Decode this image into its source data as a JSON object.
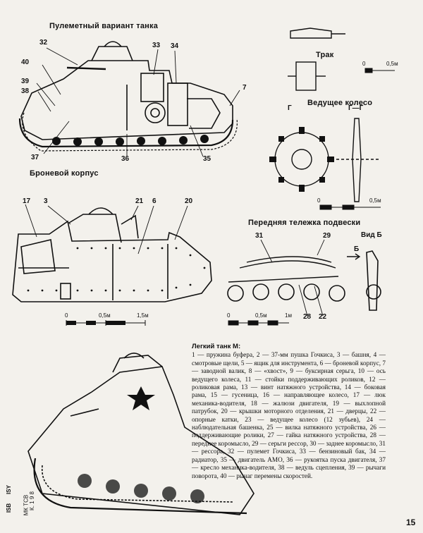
{
  "captions": {
    "mg_variant": "Пулеметный вариант танка",
    "armored_hull": "Броневой корпус",
    "track": "Трак",
    "drive_wheel": "Ведущее колесо",
    "front_bogie": "Передняя тележка подвески",
    "section_g": "Г",
    "section_gg": "Г—Г",
    "view_b": "Вид Б",
    "arrow_b": "Б"
  },
  "callouts_top": [
    "32",
    "33",
    "34",
    "40",
    "39",
    "38",
    "7",
    "37",
    "36",
    "35"
  ],
  "callouts_hull": [
    "17",
    "3",
    "21",
    "6",
    "20"
  ],
  "callouts_bogie": [
    "31",
    "29",
    "28",
    "22"
  ],
  "scales": {
    "small_zero": "0",
    "small_half": "0,5м",
    "hull_zero": "0",
    "hull_half": "0,5м",
    "hull_full": "1,5м",
    "bogie_zero": "0",
    "bogie_half": "0,5м",
    "bogie_full": "1м",
    "wheel_zero": "0",
    "wheel_half": "0,5м"
  },
  "stamp": {
    "top": "К. 1 9 8",
    "side": "МК ТСВ",
    "code1": "ISY",
    "code2": "ISB"
  },
  "legend": {
    "title": "Легкий танк М:",
    "body": "1 — пружина буфера, 2 — 37-мм пушка Гочкиса, 3 — башня, 4 — смотровые щели, 5 — ящик для инструмента, 6 — броневой корпус, 7 — заводной валик, 8 — «хвост», 9 — буксирная серьга, 10 — ось ведущего колеса, 11 — стойки поддерживающих роликов, 12 — роликовая рама, 13 — винт натяжного устройства, 14 — боковая рама, 15 — гусеница, 16 — направляющее колесо, 17 — люк механика-водителя, 18 — жалюзи двигателя, 19 — выхлопной патрубок, 20 — крышки моторного отделения, 21 — дверцы, 22 — опорные катки, 23 — ведущее колесо (12 зубьев), 24 — наблюдательная башенка, 25 — вилка натяжного устройства, 26 — поддерживающие ролики, 27 — гайка натяжного устройства, 28 — переднее коромысло, 29 — серьги рессор, 30 — заднее коромысло, 31 — рессора, 32 — пулемет Гочкиса, 33 — бензиновый бак, 34 — радиатор, 35 — двигатель АМО, 36 — рукоятка пуска двигателя, 37 — кресло механика-водителя, 38 — ведуль сцепления, 39 — рычаги поворота, 40 — рычаг перемены скоростей."
  },
  "page_number": "15"
}
